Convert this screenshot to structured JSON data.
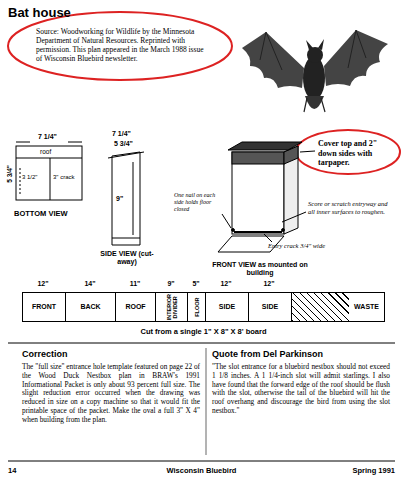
{
  "diagram": {
    "title": "Bat house",
    "nodes": [
      {
        "text": [
          "FRONT"
        ]
      },
      {
        "text": [
          "BACK"
        ]
      },
      {
        "text": [
          "ROOF"
        ]
      },
      {
        "text": [
          "INTERIOR DIVIDER"
        ]
      },
      {
        "text": [
          "FLOOR"
        ]
      },
      {
        "text": [
          "SIDE"
        ]
      },
      {
        "text": [
          "SIDE"
        ]
      },
      {
        "text": [
          "WASTE"
        ]
      }
    ],
    "labels": [
      "Source: Woodworking for Wildlife by the Minnesota Department of Natural Resources. Reprinted with permission. This plan appeared in the March 1988 issue of Wisconsin Bluebird newsletter.",
      "7 1/4\"",
      "roof",
      "5 3/4\"",
      "3 1/2\"",
      "3\" crack",
      "BOTTOM VIEW",
      "7 1/4\"",
      "5 3/4\"",
      "9\"",
      "SIDE VIEW (cut-away)",
      "One nail on each side holds floor closed",
      "Cover top and 2\" down sides with tarpaper.",
      "Entry crack 3/4\" wide",
      "Score or scratch entryway and all inner surfaces to roughen.",
      "FRONT VIEW as mounted on building",
      "12\"",
      "14\"",
      "11\"",
      "9\"",
      "5\"",
      "12\"",
      "12\"",
      "Cut from a single 1\" X 8\" X 8' board",
      "Correction",
      "The \"full size\" entrance hole template featured on page 22 of the Wood Duck Nestbox plan in BRAW's 1991 Informational Packet is only about 93 percent full size. The slight reduction error occurred when the drawing was reduced in size on a copy machine so that it would fit the printable space of the packet. Make the oval a full 3\" X 4\" when building from the plan.",
      "Quote from Del Parkinson",
      "\"The slot entrance for a bluebird nestbox should not exceed 1 1/8 inches. A 1 1/4-inch slot will admit starlings. I also have found that the forward edge of the roof should be flush with the slot, otherwise the tail of the bluebird will hit the roof overhang and discourage the bird from using the slot nestbox.\"",
      "14",
      "Wisconsin Bluebird",
      "Spring 1991"
    ]
  }
}
